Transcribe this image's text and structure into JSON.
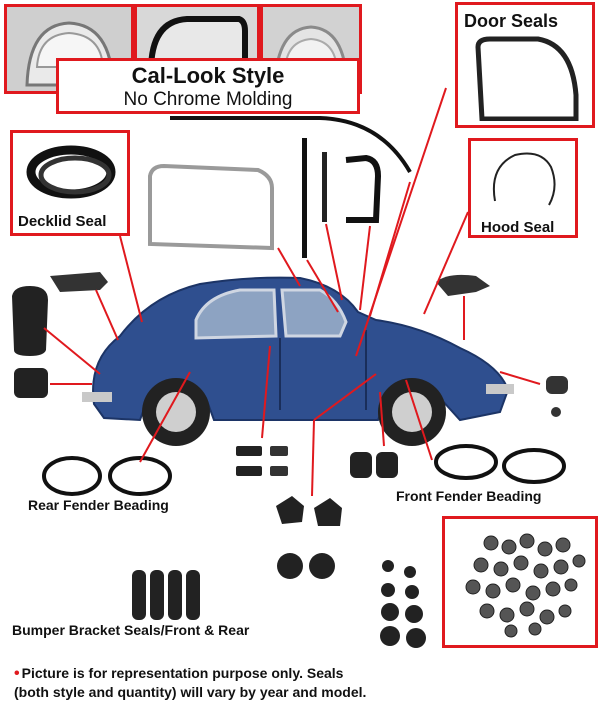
{
  "header": {
    "title": "Cal-Look Style",
    "subtitle": "No Chrome Molding"
  },
  "labels": {
    "door_seals": "Door Seals",
    "decklid_seal": "Decklid Seal",
    "hood_seal": "Hood Seal",
    "rear_fender_beading": "Rear Fender Beading",
    "front_fender_beading": "Front Fender Beading",
    "bumper_bracket_seals": "Bumper Bracket Seals/Front & Rear"
  },
  "note": {
    "bullet": "•",
    "text": "Picture is for representation purpose only.  Seals (both style and quantity) will vary by year and model."
  },
  "colors": {
    "accent_red": "#e0191e",
    "car_blue": "#2f4f8f",
    "seal_black": "#111111"
  },
  "icons": {
    "window_thumbnails": [
      "rear-window-icon",
      "quarter-window-icon",
      "side-window-icon"
    ]
  }
}
